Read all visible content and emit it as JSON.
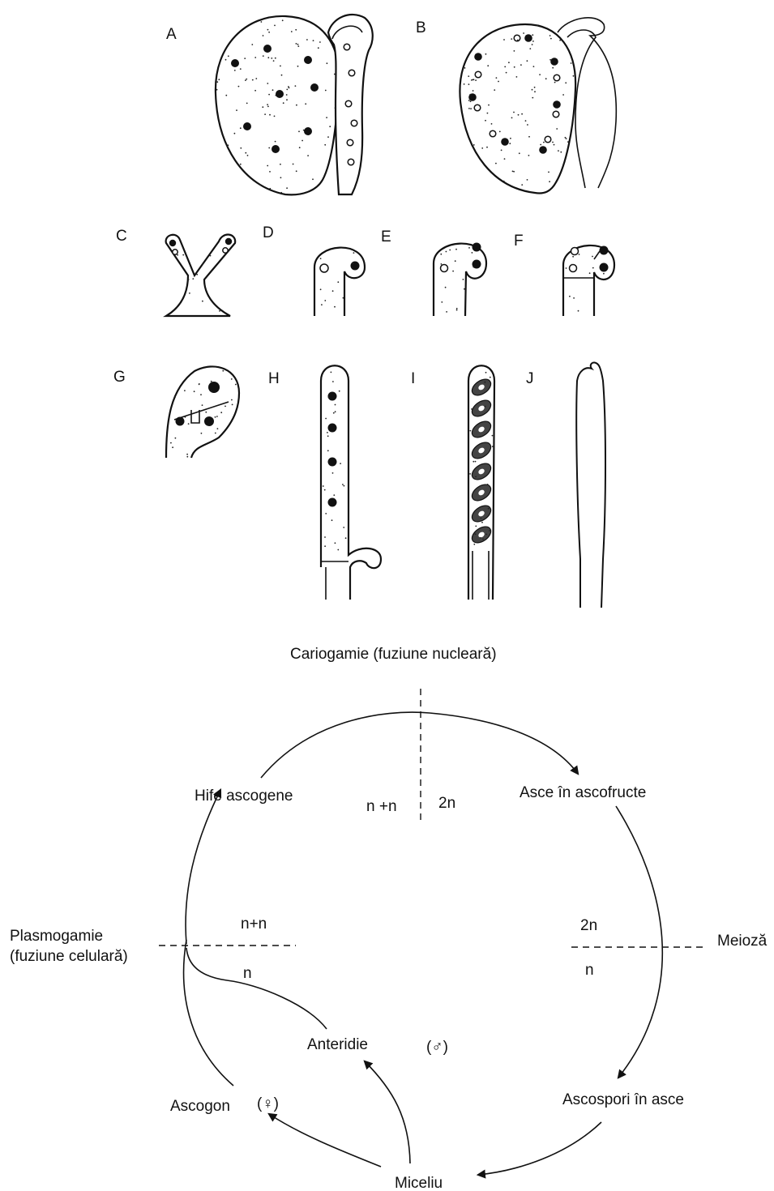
{
  "panels": {
    "a": "A",
    "b": "B",
    "c": "C",
    "d": "D",
    "e": "E",
    "f": "F",
    "g": "G",
    "h": "H",
    "i": "I",
    "j": "J"
  },
  "cycle": {
    "cariogamie": "Cariogamie (fuziune nucleară)",
    "hife": "Hife ascogene",
    "asce_ascofructe": "Asce în ascofructe",
    "n_plus_n_top": "n +n",
    "two_n_top": "2n",
    "plasmogamie_line1": "Plasmogamie",
    "plasmogamie_line2": "(fuziune celulară)",
    "n_plus_n_left": "n+n",
    "n_left": "n",
    "two_n_right": "2n",
    "n_right": "n",
    "meioza": "Meioză",
    "anteridie": "Anteridie",
    "male_symbol": "(♂)",
    "ascogon": "Ascogon",
    "female_symbol": "(♀)",
    "ascospori": "Ascospori în asce",
    "miceliu": "Miceliu"
  }
}
